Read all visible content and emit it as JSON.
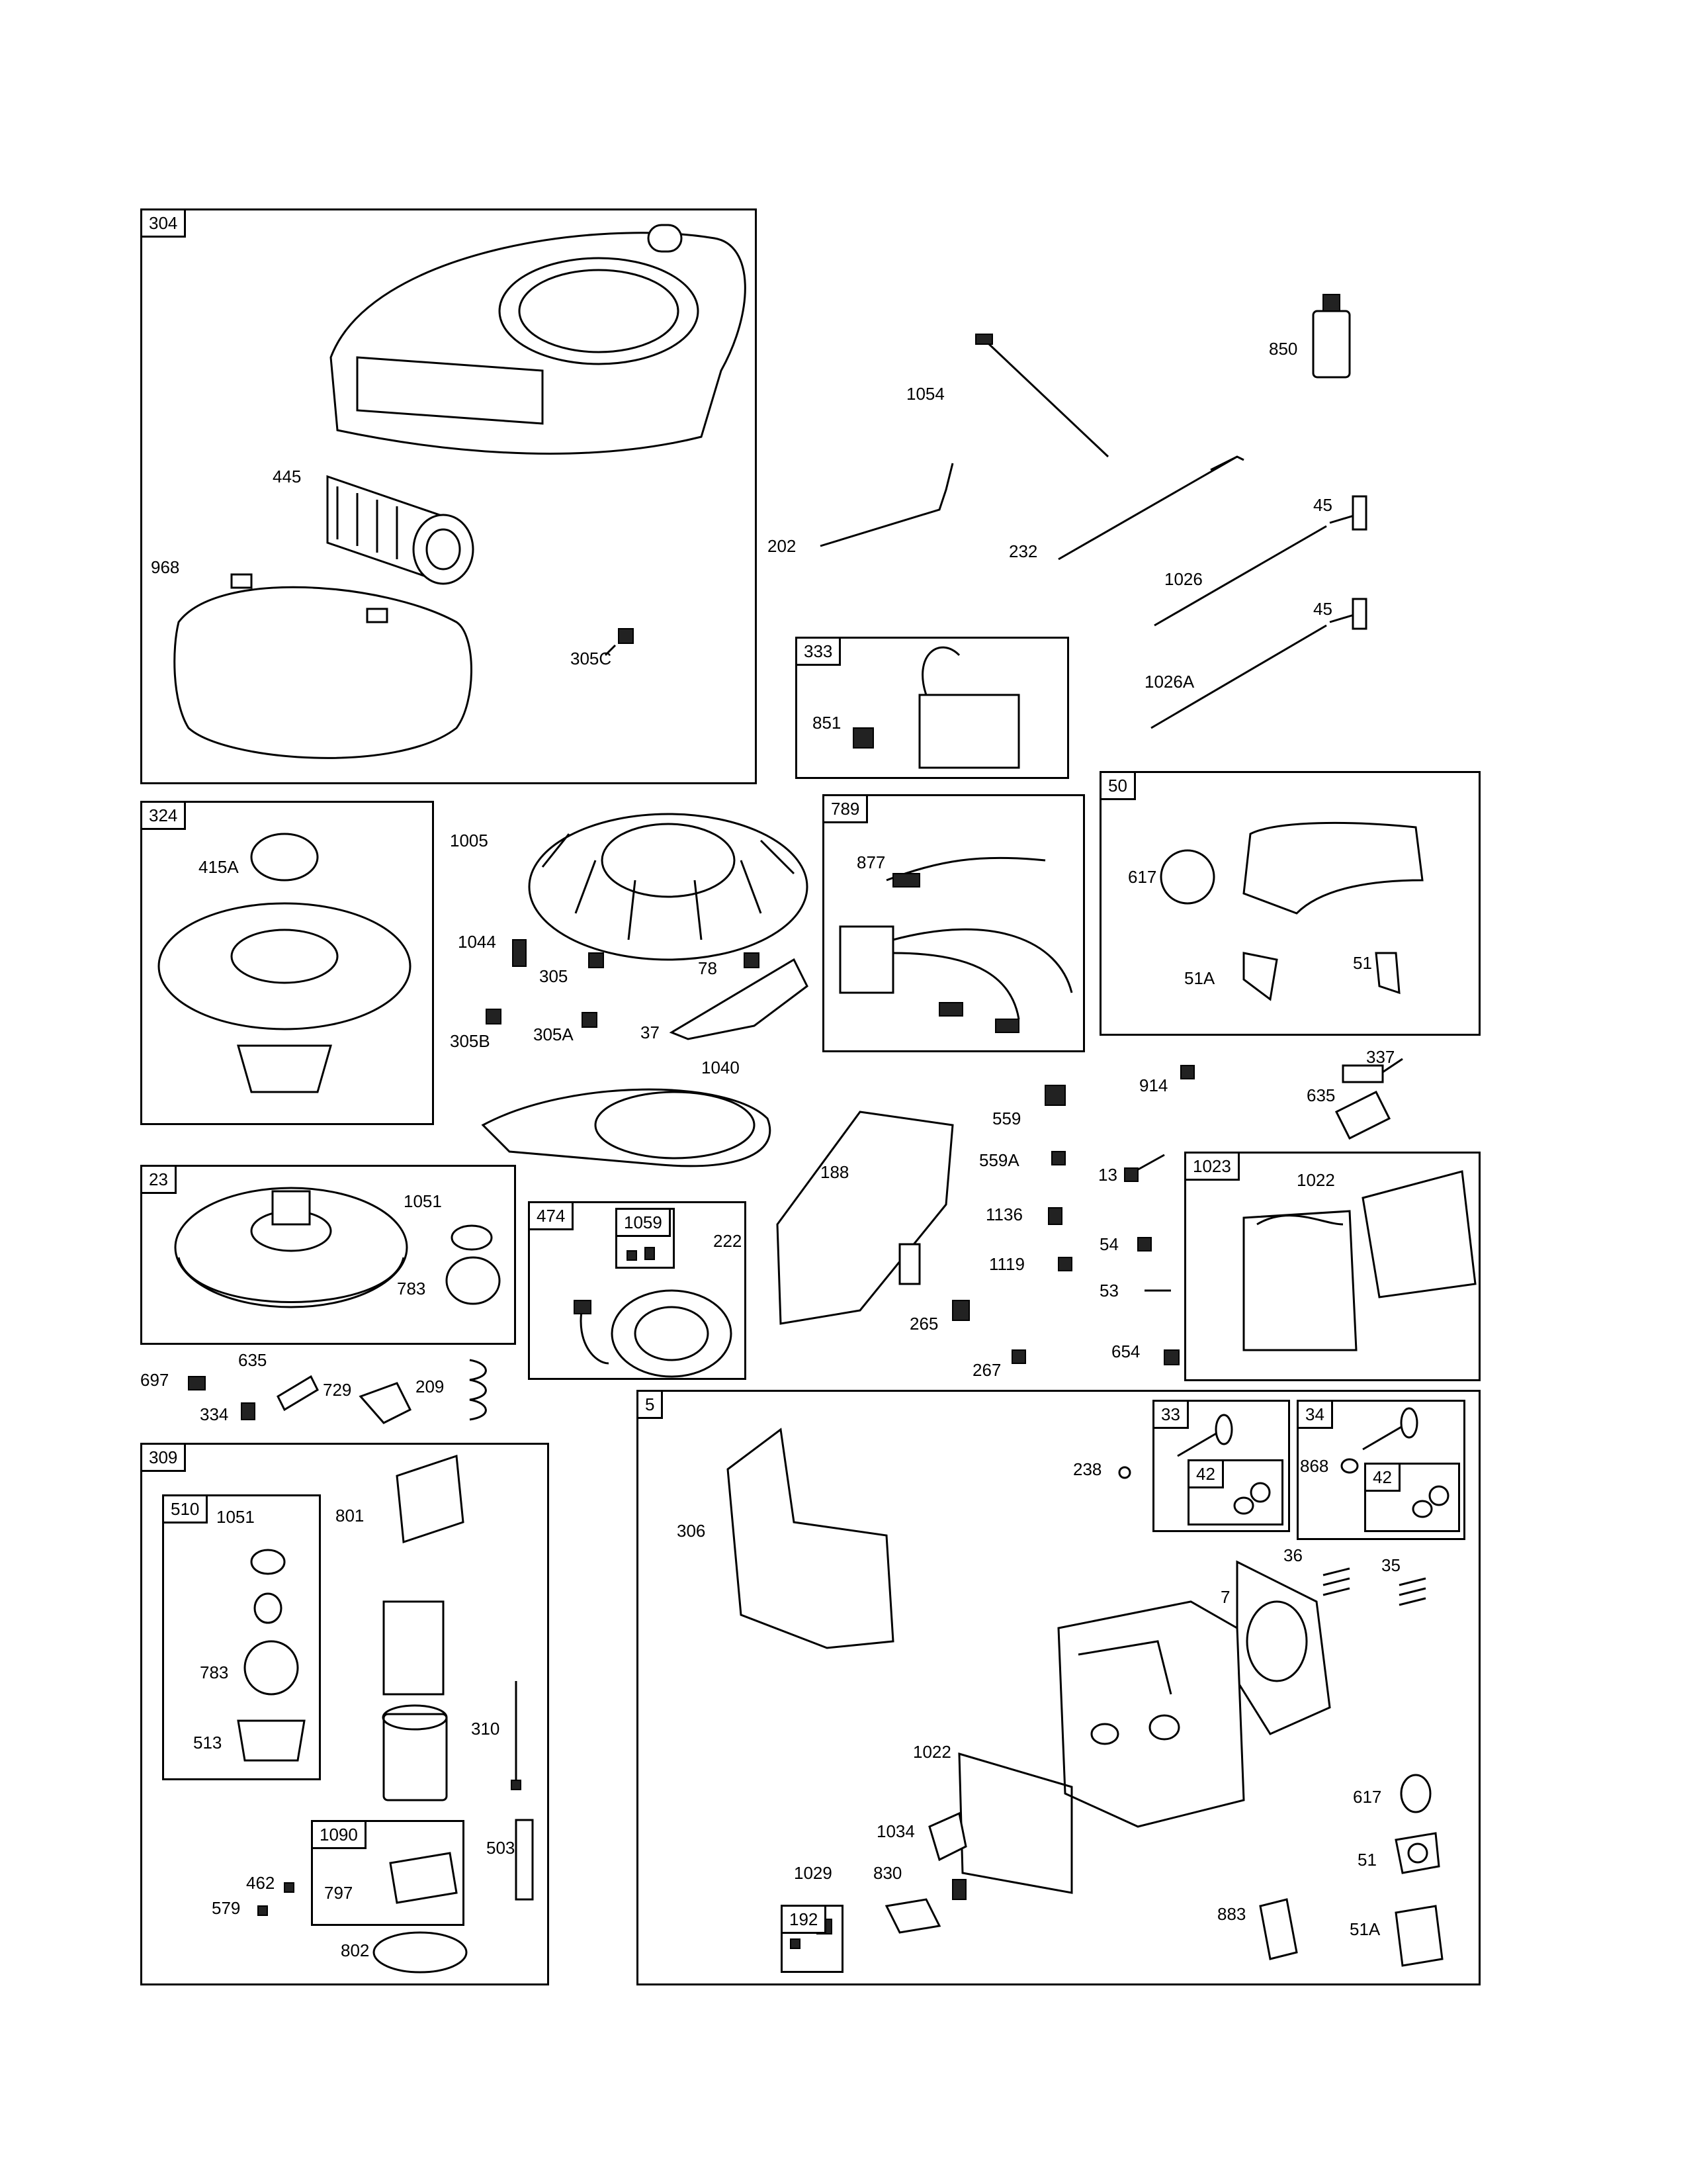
{
  "boxes": {
    "b304": "304",
    "b324": "324",
    "b23": "23",
    "b309": "309",
    "b510": "510",
    "b1090": "1090",
    "b333": "333",
    "b789": "789",
    "b50": "50",
    "b474": "474",
    "b1059": "1059",
    "b1023": "1023",
    "b5": "5",
    "b33": "33",
    "b34": "34",
    "b42a": "42",
    "b42b": "42",
    "b192": "192"
  },
  "labels": {
    "l445": "445",
    "l968": "968",
    "l305c": "305C",
    "l850": "850",
    "l1054": "1054",
    "l202": "202",
    "l232": "232",
    "l45a": "45",
    "l1026": "1026",
    "l45b": "45",
    "l1026a": "1026A",
    "l851": "851",
    "l415a": "415A",
    "l1005": "1005",
    "l1044": "1044",
    "l305": "305",
    "l78": "78",
    "l305b": "305B",
    "l305a": "305A",
    "l37": "37",
    "l877": "877",
    "l617a": "617",
    "l51a_a": "51A",
    "l51_a": "51",
    "l1040": "1040",
    "l559": "559",
    "l914": "914",
    "l337": "337",
    "l635a": "635",
    "l188": "188",
    "l559a": "559A",
    "l13": "13",
    "l1022a": "1022",
    "l1136": "1136",
    "l54": "54",
    "l1119": "1119",
    "l53": "53",
    "l265": "265",
    "l267": "267",
    "l654": "654",
    "l1051a": "1051",
    "l783a": "783",
    "l222": "222",
    "l697": "697",
    "l635b": "635",
    "l334": "334",
    "l729": "729",
    "l209": "209",
    "l1051b": "1051",
    "l801": "801",
    "l783b": "783",
    "l513": "513",
    "l310": "310",
    "l503": "503",
    "l462": "462",
    "l579": "579",
    "l797": "797",
    "l802": "802",
    "l306": "306",
    "l238": "238",
    "l868": "868",
    "l36": "36",
    "l35": "35",
    "l7": "7",
    "l1022b": "1022",
    "l1034": "1034",
    "l1029": "1029",
    "l830": "830",
    "l617b": "617",
    "l51_b": "51",
    "l883": "883",
    "l51a_b": "51A"
  }
}
